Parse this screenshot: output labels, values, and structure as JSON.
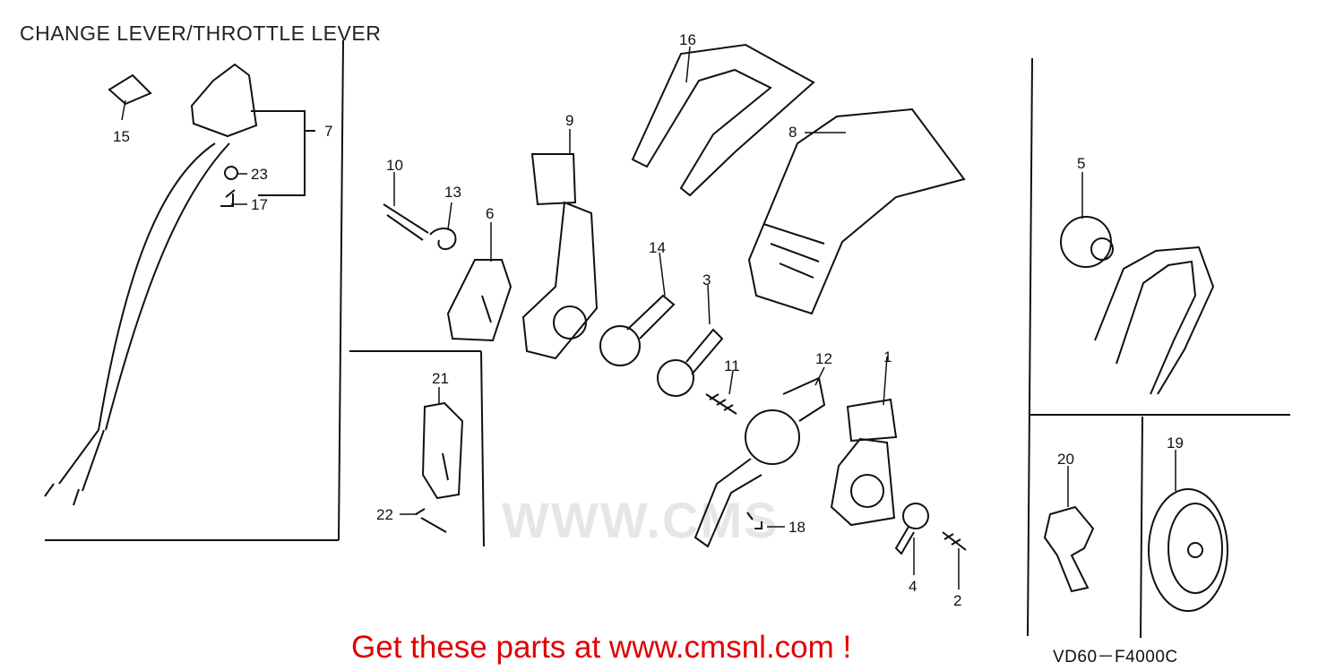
{
  "title": "CHANGE LEVER/THROTTLE LEVER",
  "promo": "Get these parts at www.cmsnl.com !",
  "diagram_code": "VD60－F4000C",
  "watermark": "WWW.CMS",
  "parts": [
    {
      "ref": "1"
    },
    {
      "ref": "2"
    },
    {
      "ref": "3"
    },
    {
      "ref": "4"
    },
    {
      "ref": "5"
    },
    {
      "ref": "6"
    },
    {
      "ref": "7"
    },
    {
      "ref": "8"
    },
    {
      "ref": "9"
    },
    {
      "ref": "10"
    },
    {
      "ref": "11"
    },
    {
      "ref": "12"
    },
    {
      "ref": "13"
    },
    {
      "ref": "14"
    },
    {
      "ref": "15"
    },
    {
      "ref": "16"
    },
    {
      "ref": "17"
    },
    {
      "ref": "18"
    },
    {
      "ref": "19"
    },
    {
      "ref": "20"
    },
    {
      "ref": "21"
    },
    {
      "ref": "22"
    },
    {
      "ref": "23"
    }
  ]
}
